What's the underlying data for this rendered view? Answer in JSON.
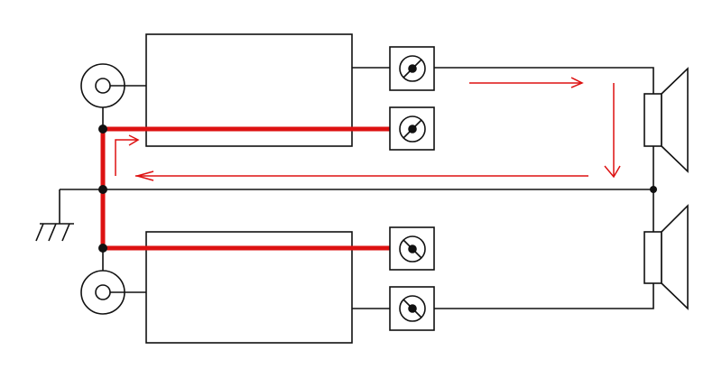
{
  "diagram": {
    "colors": {
      "wire": "#111111",
      "highlight": "#dd1111",
      "background": "#ffffff"
    },
    "components": {
      "amplifiers": 2,
      "input_jacks": 2,
      "meters": 4,
      "speakers": 2,
      "ground": 1
    }
  }
}
